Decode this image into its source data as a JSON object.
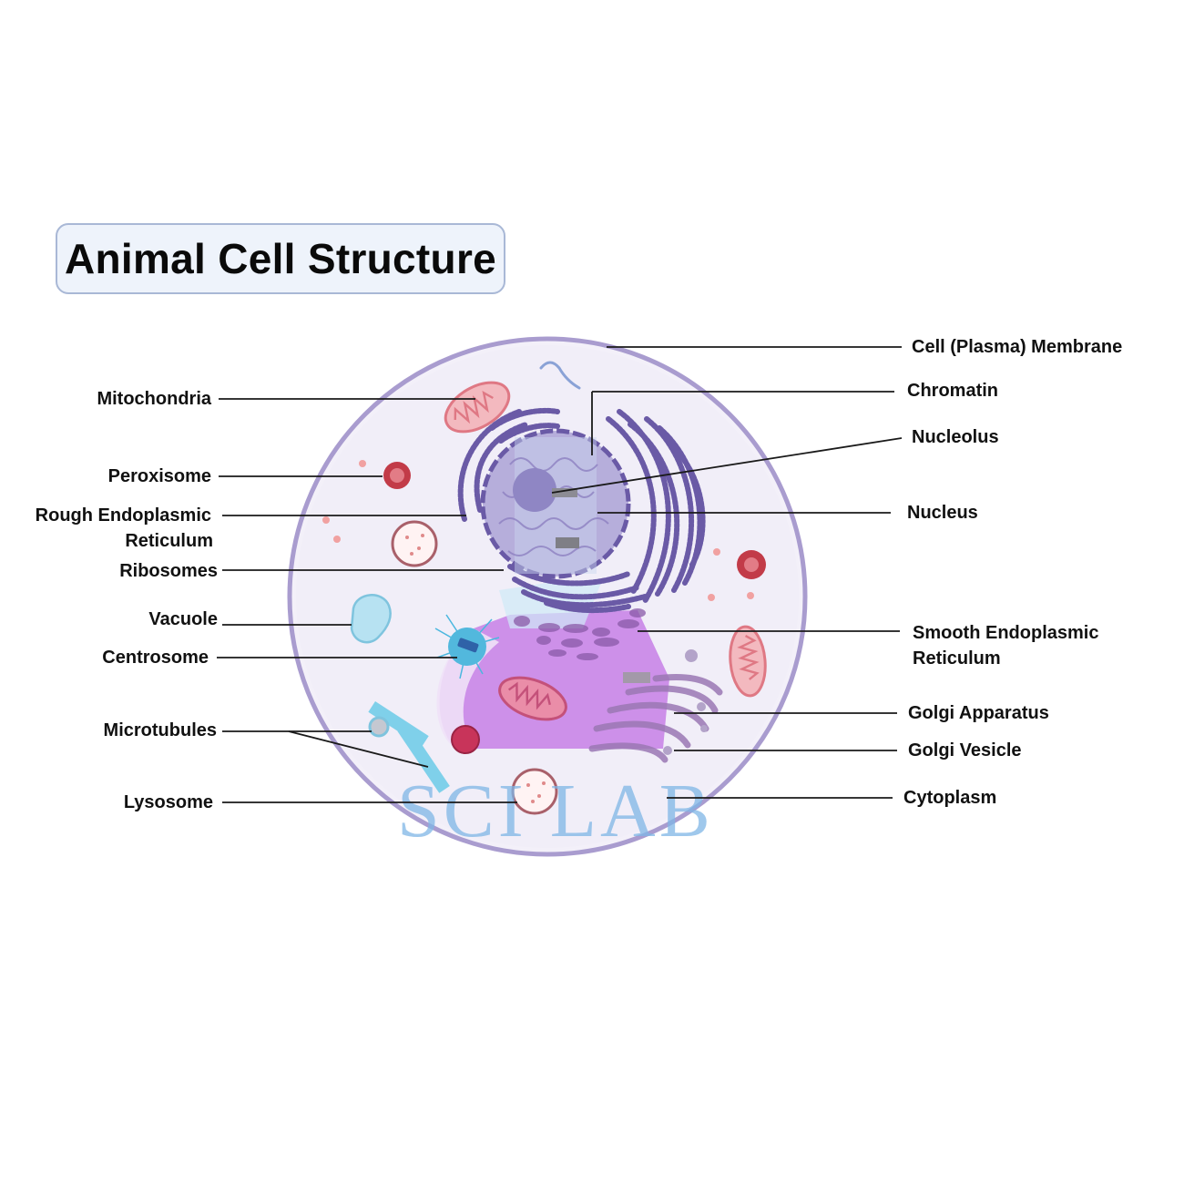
{
  "title": "Animal Cell Structure",
  "watermark": "SCI LAB",
  "labels": {
    "mitochondria": "Mitochondria",
    "peroxisome": "Peroxisome",
    "rough_er_1": "Rough Endoplasmic",
    "rough_er_2": "Reticulum",
    "ribosomes": "Ribosomes",
    "vacuole": "Vacuole",
    "centrosome": "Centrosome",
    "microtubules": "Microtubules",
    "lysosome": "Lysosome",
    "cell_membrane": "Cell (Plasma) Membrane",
    "chromatin": "Chromatin",
    "nucleolus": "Nucleolus",
    "nucleus": "Nucleus",
    "smooth_er_1": "Smooth Endoplasmic",
    "smooth_er_2": "Reticulum",
    "golgi_apparatus": "Golgi Apparatus",
    "golgi_vesicle": "Golgi Vesicle",
    "cytoplasm": "Cytoplasm"
  },
  "colors": {
    "membrane": "#a89bcf",
    "cytoplasm": "#f1eef8",
    "nucleus": "#b9b3d9",
    "er": "#6b5ba8",
    "golgi": "#b48ed0",
    "mitochondria": "#e9848f",
    "vacuole": "#a9dbee",
    "lysosome": "#c44a5a"
  }
}
